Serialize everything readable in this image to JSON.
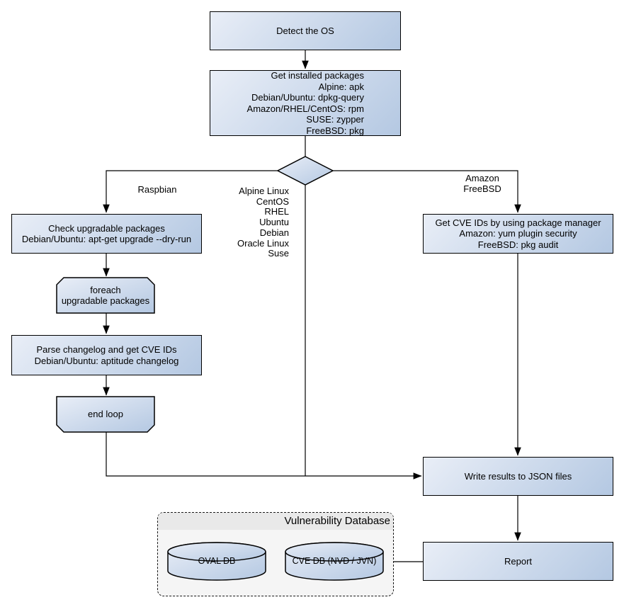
{
  "diagram": {
    "nodes": {
      "detect_os": "Detect the OS",
      "get_packages": "Get installed packages\nAlpine: apk\nDebian/Ubuntu: dpkg-query\nAmazon/RHEL/CentOS: rpm\nSUSE: zypper\nFreeBSD: pkg",
      "check_upgradable": "Check upgradable packages\nDebian/Ubuntu: apt-get upgrade --dry-run",
      "foreach_loop": "foreach\nupgradable  packages",
      "parse_changelog": "Parse changelog and get  CVE IDs\nDebian/Ubuntu: aptitude changelog",
      "end_loop": "end loop",
      "get_cve_ids": "Get CVE IDs by using package manager\nAmazon: yum plugin security\nFreeBSD: pkg audit",
      "write_results": "Write results to JSON files",
      "report": "Report"
    },
    "edge_labels": {
      "raspbian": "Raspbian",
      "amazon_freebsd": "Amazon\nFreeBSD",
      "os_list": "Alpine Linux\nCentOS\nRHEL\nUbuntu\nDebian\nOracle Linux\nSuse"
    },
    "database": {
      "title": "Vulnerability Database",
      "oval_db": "OVAL DB",
      "cve_db": "CVE DB (NVD / JVN)"
    },
    "colors": {
      "node_gradient_start": "#e9eef7",
      "node_gradient_end": "#b4c8e2",
      "node_border": "#000000",
      "line": "#000000",
      "container_fill": "#f5f5f5",
      "container_header": "#e9e9e9"
    }
  }
}
